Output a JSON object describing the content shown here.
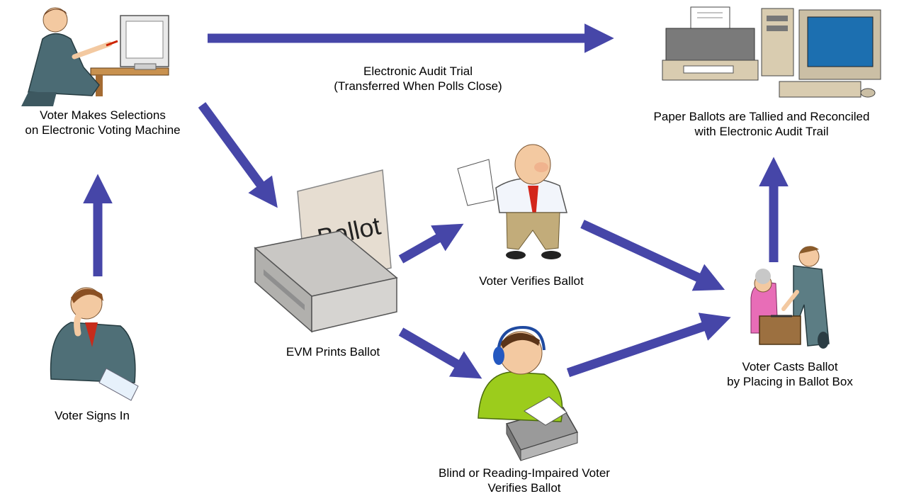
{
  "colors": {
    "arrow": "#4646a8",
    "background": "#ffffff"
  },
  "nodes": {
    "voter_selections": {
      "icon": "person-at-computer-icon",
      "line1": "Voter Makes Selections",
      "line2": "on Electronic Voting Machine"
    },
    "audit_trail": {
      "line1": "Electronic Audit Trial",
      "line2": "(Transferred When Polls Close)"
    },
    "tally": {
      "icon": "printer-and-computer-icon",
      "line1": "Paper Ballots are Tallied and Reconciled",
      "line2": "with Electronic Audit Trail"
    },
    "sign_in": {
      "icon": "person-signing-icon",
      "line1": "Voter Signs In"
    },
    "evm_prints": {
      "icon": "ballot-printer-icon",
      "line1": "EVM Prints Ballot",
      "ballot_word": "Ballot"
    },
    "verify": {
      "icon": "man-reading-paper-icon",
      "line1": "Voter Verifies Ballot"
    },
    "cast": {
      "icon": "voters-at-ballot-box-icon",
      "line1": "Voter Casts Ballot",
      "line2": "by Placing in Ballot Box"
    },
    "blind": {
      "icon": "voter-with-headphones-icon",
      "line1": "Blind or Reading-Impaired Voter",
      "line2": "Verifies Ballot"
    }
  }
}
